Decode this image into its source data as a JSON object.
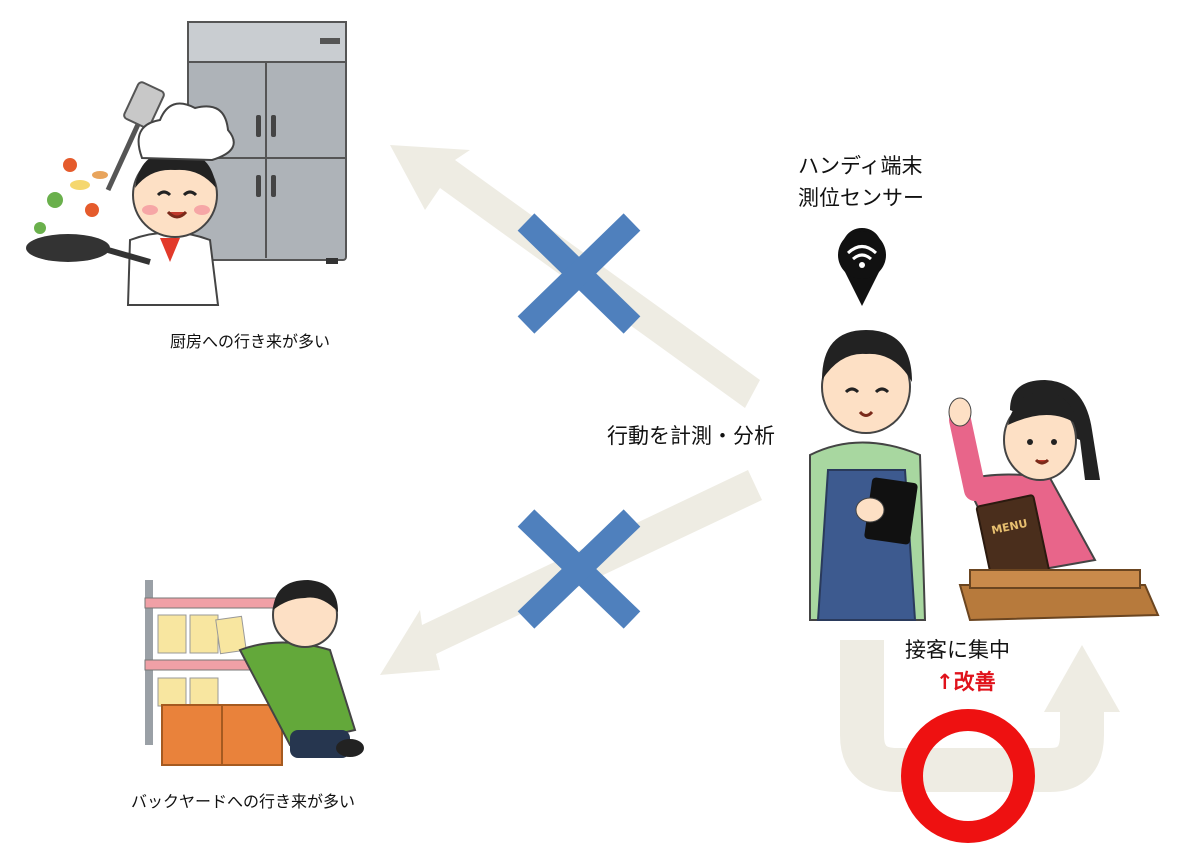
{
  "labels": {
    "kitchen": "厨房への行き来が多い",
    "backyard": "バックヤードへの行き来が多い",
    "device_line1": "ハンディ端末",
    "device_line2": "測位センサー",
    "analysis": "行動を計測・分析",
    "focus": "接客に集中",
    "improve": "↑改善",
    "menu": "MENU"
  },
  "icons": [
    "refrigerator-icon",
    "chef-icon",
    "warehouse-worker-icon",
    "location-pin-wifi-icon",
    "waiter-icon",
    "customer-icon",
    "cross-mark-icon",
    "circle-mark-icon"
  ],
  "colors": {
    "arrow": "#eeece3",
    "cross": "#4f80bd",
    "circle": "#ee1111",
    "improve_text": "#e0121b"
  }
}
